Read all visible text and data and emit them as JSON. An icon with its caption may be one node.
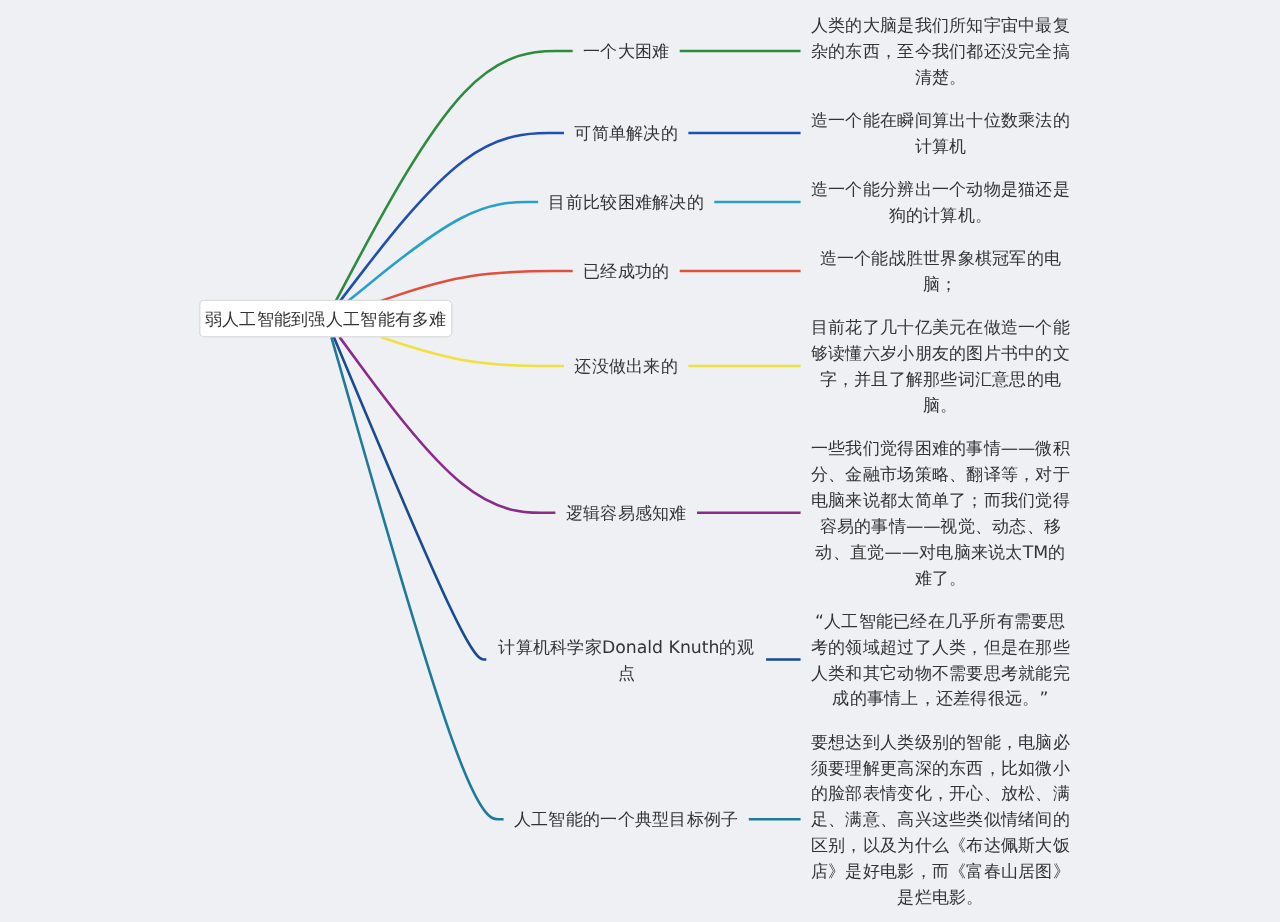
{
  "diagram": {
    "nodes": [
      {
        "text": [
          "弱人工智能到强人工智能有多难"
        ]
      },
      {
        "text": [
          "一个大困难"
        ]
      },
      {
        "text": [
          "人类的大脑是我们所知宇宙中最复杂的东西，至今我们都还没完全搞清楚。"
        ]
      },
      {
        "text": [
          "可简单解决的"
        ]
      },
      {
        "text": [
          "造一个能在瞬间算出十位数乘法的计算机"
        ]
      },
      {
        "text": [
          "目前比较困难解决的"
        ]
      },
      {
        "text": [
          "造一个能分辨出一个动物是猫还是狗的计算机。"
        ]
      },
      {
        "text": [
          "已经成功的"
        ]
      },
      {
        "text": [
          "造一个能战胜世界象棋冠军的电脑；"
        ]
      },
      {
        "text": [
          "还没做出来的"
        ]
      },
      {
        "text": [
          "目前花了几十亿美元在做造一个能够读懂六岁小朋友的图片书中的文字，并且了解那些词汇意思的电脑。"
        ]
      },
      {
        "text": [
          "逻辑容易感知难"
        ]
      },
      {
        "text": [
          "一些我们觉得困难的事情——微积分、金融市场策略、翻译等，对于电脑来说都太简单了；而我们觉得容易的事情——视觉、动态、移动、直觉——对电脑来说太TM的难了。"
        ]
      },
      {
        "text": [
          "计算机科学家Donald Knuth的观点"
        ]
      },
      {
        "text": [
          "“人工智能已经在几乎所有需要思考的领域超过了人类，但是在那些人类和其它动物不需要思考就能完成的事情上，还差得很远。”"
        ]
      },
      {
        "text": [
          "人工智能的一个典型目标例子"
        ]
      },
      {
        "text": [
          "要想达到人类级别的智能，电脑必须要理解更高深的东西，比如微小的脸部表情变化，开心、放松、满足、满意、高兴这些类似情绪间的区别，以及为什么《布达佩斯大饭店》是好电影，而《富春山居图》是烂电影。"
        ]
      }
    ],
    "edges": [
      {
        "from": 0,
        "to": 1,
        "arrow": "none",
        "color": "#2e8b3e"
      },
      {
        "from": 1,
        "to": 2,
        "arrow": "none",
        "color": "#2e8b3e"
      },
      {
        "from": 0,
        "to": 3,
        "arrow": "none",
        "color": "#1f4fb0"
      },
      {
        "from": 3,
        "to": 4,
        "arrow": "none",
        "color": "#1f4fb0"
      },
      {
        "from": 0,
        "to": 5,
        "arrow": "none",
        "color": "#2aa0c8"
      },
      {
        "from": 5,
        "to": 6,
        "arrow": "none",
        "color": "#2aa0c8"
      },
      {
        "from": 0,
        "to": 7,
        "arrow": "none",
        "color": "#e0503a"
      },
      {
        "from": 7,
        "to": 8,
        "arrow": "none",
        "color": "#e0503a"
      },
      {
        "from": 0,
        "to": 9,
        "arrow": "none",
        "color": "#f0e040"
      },
      {
        "from": 9,
        "to": 10,
        "arrow": "none",
        "color": "#f0e040"
      },
      {
        "from": 0,
        "to": 11,
        "arrow": "none",
        "color": "#8a2a8a"
      },
      {
        "from": 11,
        "to": 12,
        "arrow": "none",
        "color": "#8a2a8a"
      },
      {
        "from": 0,
        "to": 13,
        "arrow": "none",
        "color": "#1a4a90"
      },
      {
        "from": 13,
        "to": 14,
        "arrow": "none",
        "color": "#1a4a90"
      },
      {
        "from": 0,
        "to": 15,
        "arrow": "none",
        "color": "#1f7a9a"
      },
      {
        "from": 15,
        "to": 16,
        "arrow": "none",
        "color": "#1f7a9a"
      }
    ]
  }
}
